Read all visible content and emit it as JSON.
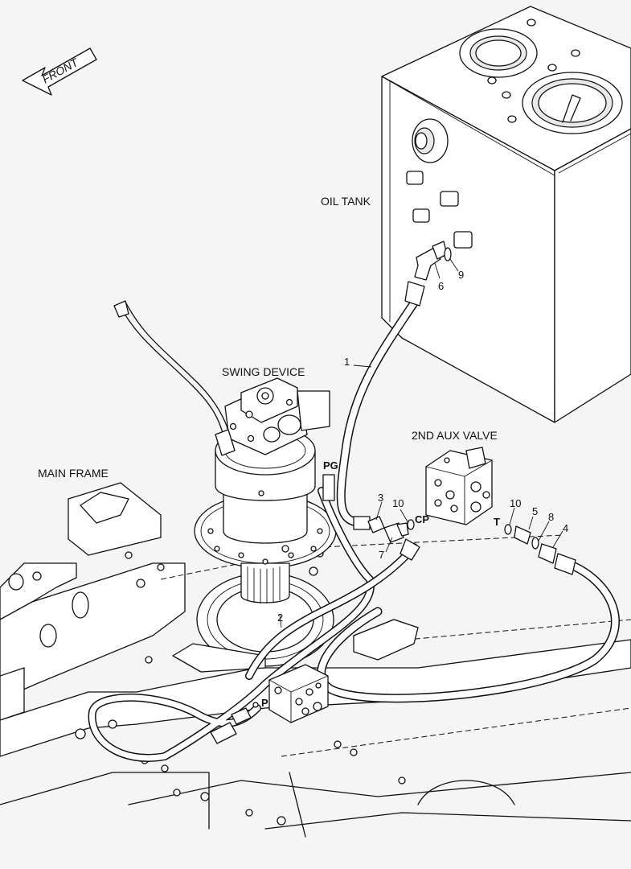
{
  "labels": {
    "front": "FRONT",
    "oil_tank": "OIL TANK",
    "swing_device": "SWING DEVICE",
    "main_frame": "MAIN FRAME",
    "aux_valve": "2ND AUX VALVE"
  },
  "ports": {
    "pg": "PG",
    "cp": "CP",
    "t": "T",
    "p": "P"
  },
  "callouts": {
    "n1": "1",
    "n2": "2",
    "n3": "3",
    "n4": "4",
    "n5": "5",
    "n6": "6",
    "n7": "7",
    "n8": "8",
    "n9": "9",
    "n10a": "10",
    "n10b": "10"
  }
}
